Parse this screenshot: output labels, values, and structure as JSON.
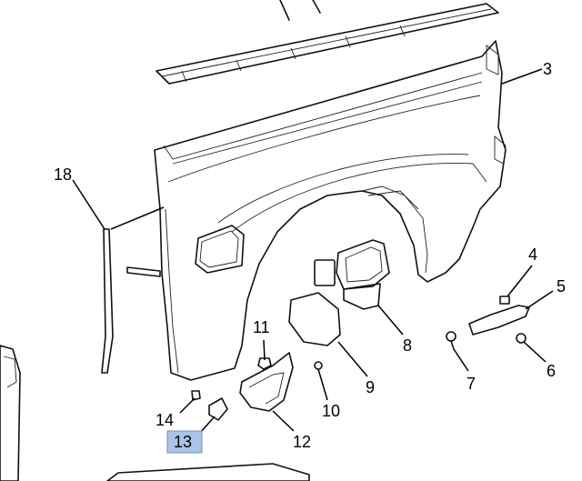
{
  "diagram": {
    "callouts": [
      {
        "id": "c3",
        "label": "3"
      },
      {
        "id": "c4",
        "label": "4"
      },
      {
        "id": "c5",
        "label": "5"
      },
      {
        "id": "c6",
        "label": "6"
      },
      {
        "id": "c7",
        "label": "7"
      },
      {
        "id": "c8",
        "label": "8"
      },
      {
        "id": "c9",
        "label": "9"
      },
      {
        "id": "c10",
        "label": "10"
      },
      {
        "id": "c11",
        "label": "11"
      },
      {
        "id": "c12",
        "label": "12"
      },
      {
        "id": "c13",
        "label": "13",
        "highlighted": true
      },
      {
        "id": "c14",
        "label": "14"
      },
      {
        "id": "c18",
        "label": "18"
      }
    ],
    "highlight_color": "#a9c4e8"
  }
}
